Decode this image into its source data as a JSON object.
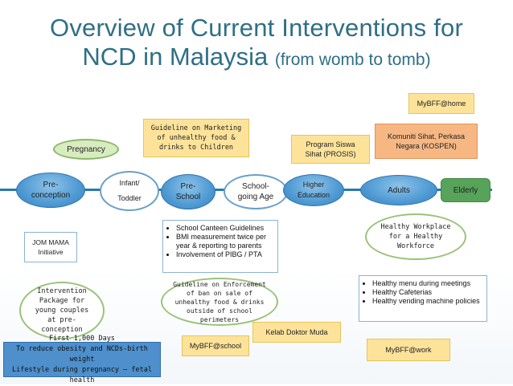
{
  "title": {
    "line1": "Overview of Current Interventions for",
    "line2": "NCD in Malaysia",
    "subtitle": "(from womb to tomb)"
  },
  "stages": {
    "preconception": "Pre-conception",
    "infant_toddler_1": "Infant/",
    "infant_toddler_2": "Toddler",
    "preschool": "Pre-School",
    "school_age": "School-going Age",
    "higher_education": "Higher Education",
    "adults": "Adults",
    "elderly": "Elderly",
    "pregnancy": "Pregnancy"
  },
  "labels": {
    "mybff_home": "MyBFF@home",
    "kospen": "Komuniti Sihat, Perkasa Negara (KOSPEN)",
    "prosis": "Program Siswa Sihat (PROSIS)",
    "guideline_marketing": "Guideline on Marketing of unhealthy food & drinks to Children",
    "jom_mama": "JOM MAMA Initiative",
    "intervention_package": "Intervention Package for young couples at pre-conception",
    "first_1000_line1": "First 1,000 Days",
    "first_1000_line2": "To reduce obesity and NCDs-birth weight",
    "first_1000_line3": "Lifestyle during pregnancy – fetal health",
    "guideline_enforcement": "Guideline on Enforcement of ban on sale of unhealthy food & drinks outside of school perimeters",
    "mybff_school": "MyBFF@school",
    "kelab_doktor_muda": "Kelab Doktor Muda",
    "healthy_workplace": "Healthy Workplace for a Healthy Workforce",
    "mybff_work": "MyBFF@work"
  },
  "school_bullets": [
    "School Canteen Guidelines",
    "BMI measurement twice per year & reporting to parents",
    "Involvement of PIBG / PTA"
  ],
  "work_bullets": [
    "Healthy menu during meetings",
    "Healthy Cafeterias",
    "Healthy vending machine policies"
  ],
  "colors": {
    "title": "#2f6f86",
    "flow_line": "#2a79b0",
    "stage_fill": "#4f9ad3",
    "yellow_box": "#fde39a",
    "orange_box": "#f7b783",
    "green_ellipse": "#d9ecc0"
  }
}
